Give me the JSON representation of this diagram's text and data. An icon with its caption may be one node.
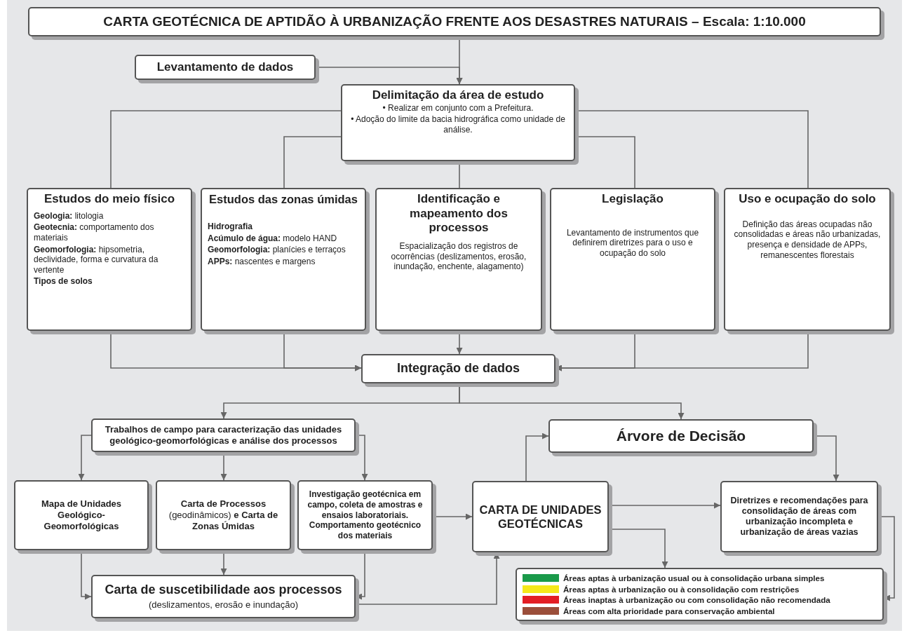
{
  "diagram": {
    "nodes": [
      {
        "text": [
          "CARTA GEOTÉCNICA DE APTIDÃO À URBANIZAÇÃO FRENTE AOS DESASTRES NATURAIS – Escala: 1:10.000"
        ]
      },
      {
        "text": [
          "Levantamento de dados"
        ]
      },
      {
        "text": [
          "Delimitação da área de estudo",
          "• Realizar em conjunto com a Prefeitura.",
          "• Adoção do limite da bacia hidrográfica como unidade de análise."
        ]
      },
      {
        "text": [
          "Estudos do meio físico",
          "**Geologia:** litologia",
          "**Geotecnia:** comportamento dos materiais",
          "**Geomorfologia:** hipsometria, declividade, forma e curvatura da vertente",
          "**Tipos de solos**"
        ]
      },
      {
        "text": [
          "Estudos das zonas úmidas",
          "**Hidrografia**",
          "**Acúmulo de água:** modelo HAND",
          "**Geomorfologia:** planícies e terraços",
          "**APPs:** nascentes e margens"
        ]
      },
      {
        "text": [
          "Identificação e mapeamento dos processos",
          "Espacialização dos registros de ocorrências (deslizamentos, erosão, inundação, enchente, alagamento)"
        ]
      },
      {
        "text": [
          "Legislação",
          "Levantamento de instrumentos que definirem diretrizes para o uso e ocupação do solo"
        ]
      },
      {
        "text": [
          "Uso e ocupação do solo",
          "Definição das áreas ocupadas não consolidadas e áreas não urbanizadas, presença e densidade de APPs, remanescentes florestais"
        ]
      },
      {
        "text": [
          "Integração de dados"
        ]
      },
      {
        "text": [
          "Trabalhos de campo para caracterização das unidades geológico-geomorfológicas e análise dos processos"
        ]
      },
      {
        "text": [
          "Mapa de Unidades Geológico-Geomorfológicas"
        ]
      },
      {
        "text": [
          "**Carta de Processos** (geodinâmicos) **e Carta de Zonas Úmidas**"
        ]
      },
      {
        "text": [
          "Investigação geotécnica em campo, coleta de amostras e ensaios laboratoriais. Comportamento geotécnico dos materiais"
        ]
      },
      {
        "text": [
          "Carta de suscetibilidade aos processos",
          "(deslizamentos, erosão e inundação)"
        ]
      },
      {
        "text": [
          "Árvore de Decisão"
        ]
      },
      {
        "text": [
          "CARTA DE UNIDADES GEOTÉCNICAS"
        ]
      },
      {
        "text": [
          "Diretrizes e recomendações para consolidação de áreas com urbanização incompleta e urbanização de áreas vazias"
        ]
      },
      {
        "text": [],
        "shape": "box"
      }
    ],
    "edges": [
      {
        "from": 0,
        "to": 2,
        "arrow": "to"
      },
      {
        "from": 1,
        "to": 2,
        "arrow": "to"
      },
      {
        "from": 2,
        "to": 3,
        "arrow": "none"
      },
      {
        "from": 2,
        "to": 4,
        "arrow": "none"
      },
      {
        "from": 2,
        "to": 5,
        "arrow": "none"
      },
      {
        "from": 2,
        "to": 6,
        "arrow": "none"
      },
      {
        "from": 2,
        "to": 7,
        "arrow": "none"
      },
      {
        "from": 3,
        "to": 8,
        "arrow": "to"
      },
      {
        "from": 4,
        "to": 8,
        "arrow": "to"
      },
      {
        "from": 5,
        "to": 8,
        "arrow": "to"
      },
      {
        "from": 6,
        "to": 8,
        "arrow": "to"
      },
      {
        "from": 7,
        "to": 8,
        "arrow": "to"
      },
      {
        "from": 8,
        "to": 9,
        "arrow": "to"
      },
      {
        "from": 8,
        "to": 14,
        "arrow": "to"
      },
      {
        "from": 9,
        "to": 10,
        "arrow": "to"
      },
      {
        "from": 9,
        "to": 11,
        "arrow": "to"
      },
      {
        "from": 9,
        "to": 12,
        "arrow": "to"
      },
      {
        "from": 10,
        "to": 13,
        "arrow": "to"
      },
      {
        "from": 11,
        "to": 13,
        "arrow": "to"
      },
      {
        "from": 12,
        "to": 13,
        "arrow": "to"
      },
      {
        "from": 13,
        "to": 15,
        "arrow": "to"
      },
      {
        "from": 12,
        "to": 15,
        "arrow": "to"
      },
      {
        "from": 15,
        "to": 14,
        "arrow": "to"
      },
      {
        "from": 15,
        "to": 16,
        "arrow": "to"
      },
      {
        "from": 15,
        "to": 17,
        "arrow": "to"
      },
      {
        "from": 14,
        "to": 16,
        "arrow": "to"
      },
      {
        "from": 16,
        "to": 17,
        "arrow": "to"
      }
    ],
    "legend": [
      {
        "text": "Áreas aptas à urbanização usual ou à consolidação urbana simples",
        "color": "#1a9a4a"
      },
      {
        "text": "Áreas aptas à urbanização ou à consolidação com restrições",
        "color": "#f5e81a"
      },
      {
        "text": "Áreas inaptas à urbanização ou com consolidação não recomendada",
        "color": "#e31e24"
      },
      {
        "text": "Áreas com alta prioridade para conservação ambiental",
        "color": "#9b4e3a"
      }
    ]
  }
}
